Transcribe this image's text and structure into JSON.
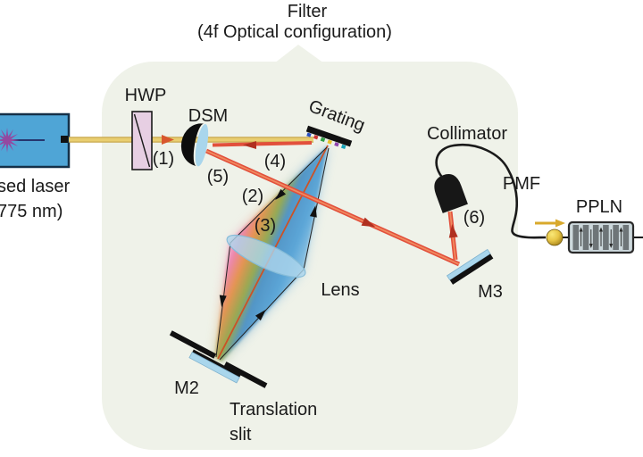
{
  "title": {
    "line1": "Filter",
    "line2": "(4f Optical configuration)"
  },
  "labels": {
    "laser_top": "sed laser",
    "laser_bottom": "775 nm)",
    "hwp": "HWP",
    "dsm": "DSM",
    "grating": "Grating",
    "collimator": "Collimator",
    "pmf": "PMF",
    "ppln": "PPLN",
    "lens": "Lens",
    "m2": "M2",
    "m3": "M3",
    "translation": "Translation",
    "slit": "slit"
  },
  "beam_numbers": {
    "n1": "(1)",
    "n2": "(2)",
    "n3": "(3)",
    "n4": "(4)",
    "n5": "(5)",
    "n6": "(6)"
  },
  "colors": {
    "background": "#ffffff",
    "bubble": "#eff2e9",
    "laser_box": "#4fa5d6",
    "starburst": "#9448a0",
    "beam_yellow": "#e9ce70",
    "beam_red": "#e2503c",
    "hwp_fill": "#e7cfe3",
    "optic_blue": "#a9d6ec",
    "gold": "#d9a92c",
    "ppln_fill": "#cdd9dd",
    "fan_gradient": [
      "#f3b9d3",
      "#ec84ae",
      "#e6924f",
      "#93a94f",
      "#4f93c6",
      "#8ec4e4"
    ]
  }
}
